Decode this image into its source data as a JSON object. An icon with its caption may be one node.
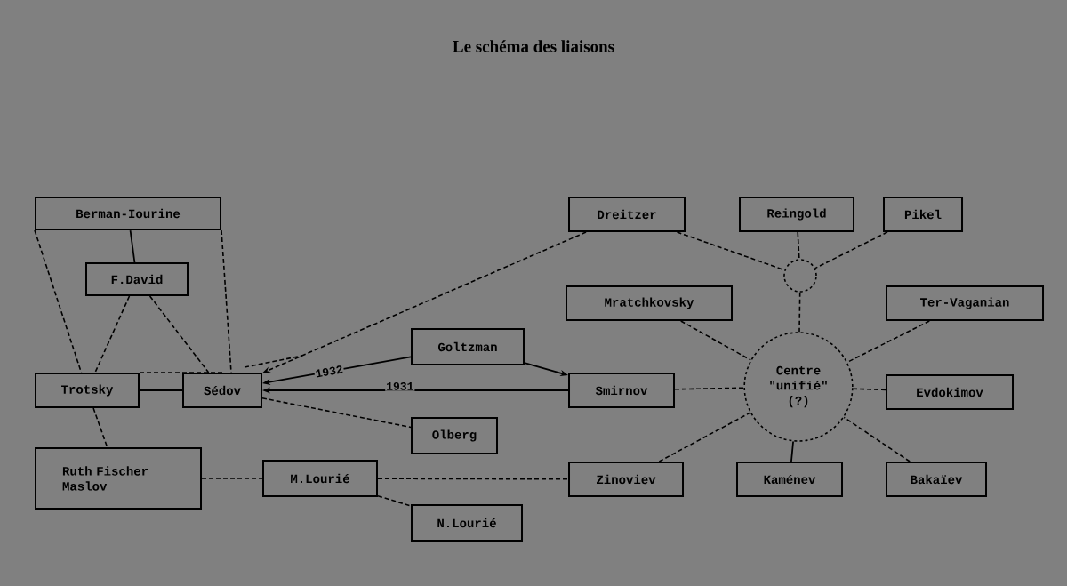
{
  "diagram": {
    "title": "Le schéma des liaisons",
    "nodes": [
      {
        "text": [
          "Berman-Iourine"
        ]
      },
      {
        "text": [
          "F.David"
        ]
      },
      {
        "text": [
          "Trotsky"
        ]
      },
      {
        "text": [
          "Sédov"
        ]
      },
      {
        "text": [
          "Ruth Fischer Maslov"
        ]
      },
      {
        "text": [
          "M.Lourié"
        ]
      },
      {
        "text": [
          "N.Lourié"
        ]
      },
      {
        "text": [
          "Dreitzer"
        ]
      },
      {
        "text": [
          "Reingold"
        ]
      },
      {
        "text": [
          "Pikel"
        ]
      },
      {
        "text": [],
        "shape": "circle"
      },
      {
        "text": [
          "Mratchkovsky"
        ]
      },
      {
        "text": [
          "Ter-Vaganian"
        ]
      },
      {
        "text": [
          "Goltzman"
        ]
      },
      {
        "text": [
          "Smirnov"
        ]
      },
      {
        "text": [
          "Centre \"unifié\" (?)"
        ]
      },
      {
        "text": [
          "Evdokimov"
        ]
      },
      {
        "text": [
          "Olberg"
        ]
      },
      {
        "text": [
          "Zinoviev"
        ]
      },
      {
        "text": [
          "Kaménev"
        ]
      },
      {
        "text": [
          "Bakaïev"
        ]
      }
    ],
    "edges": [
      {
        "from": 0,
        "to": 2,
        "arrow": "none",
        "style": "dashed"
      },
      {
        "from": 0,
        "to": 1,
        "arrow": "none"
      },
      {
        "from": 0,
        "to": 3,
        "arrow": "none",
        "style": "dashed"
      },
      {
        "from": 1,
        "to": 2,
        "arrow": "none",
        "style": "dashed"
      },
      {
        "from": 1,
        "to": 3,
        "arrow": "none",
        "style": "dashed"
      },
      {
        "from": 2,
        "to": 3,
        "arrow": "none"
      },
      {
        "from": 2,
        "to": 3,
        "arrow": "none",
        "style": "dashed"
      },
      {
        "from": 3,
        "to": null,
        "arrow": "none",
        "style": "dashed"
      },
      {
        "from": 2,
        "to": 4,
        "arrow": "none",
        "style": "dashed"
      },
      {
        "from": 4,
        "to": 5,
        "arrow": "none",
        "style": "dashed"
      },
      {
        "from": 5,
        "to": 18,
        "arrow": "none",
        "style": "dashed"
      },
      {
        "from": 5,
        "to": 6,
        "arrow": "none",
        "style": "dashed"
      },
      {
        "from": 7,
        "to": 3,
        "arrow": "to",
        "style": "dashed"
      },
      {
        "from": 13,
        "to": 3,
        "arrow": "to",
        "label": "1932"
      },
      {
        "from": 14,
        "to": 3,
        "arrow": "to",
        "label": "1931"
      },
      {
        "from": 3,
        "to": 17,
        "arrow": "none",
        "style": "dashed"
      },
      {
        "from": 13,
        "to": 14,
        "arrow": "to"
      },
      {
        "from": 7,
        "to": 10,
        "arrow": "none",
        "style": "dashed"
      },
      {
        "from": 8,
        "to": 10,
        "arrow": "none",
        "style": "dashed"
      },
      {
        "from": 9,
        "to": 10,
        "arrow": "none",
        "style": "dashed"
      },
      {
        "from": 10,
        "to": 15,
        "arrow": "none",
        "style": "dashed"
      },
      {
        "from": 11,
        "to": 15,
        "arrow": "none",
        "style": "dashed"
      },
      {
        "from": 14,
        "to": 15,
        "arrow": "none",
        "style": "dashed"
      },
      {
        "from": 18,
        "to": 15,
        "arrow": "none",
        "style": "dashed"
      },
      {
        "from": 19,
        "to": 15,
        "arrow": "none"
      },
      {
        "from": 12,
        "to": 15,
        "arrow": "none",
        "style": "dashed"
      },
      {
        "from": 16,
        "to": 15,
        "arrow": "none",
        "style": "dashed"
      },
      {
        "from": 20,
        "to": 15,
        "arrow": "none",
        "style": "dashed"
      }
    ]
  }
}
